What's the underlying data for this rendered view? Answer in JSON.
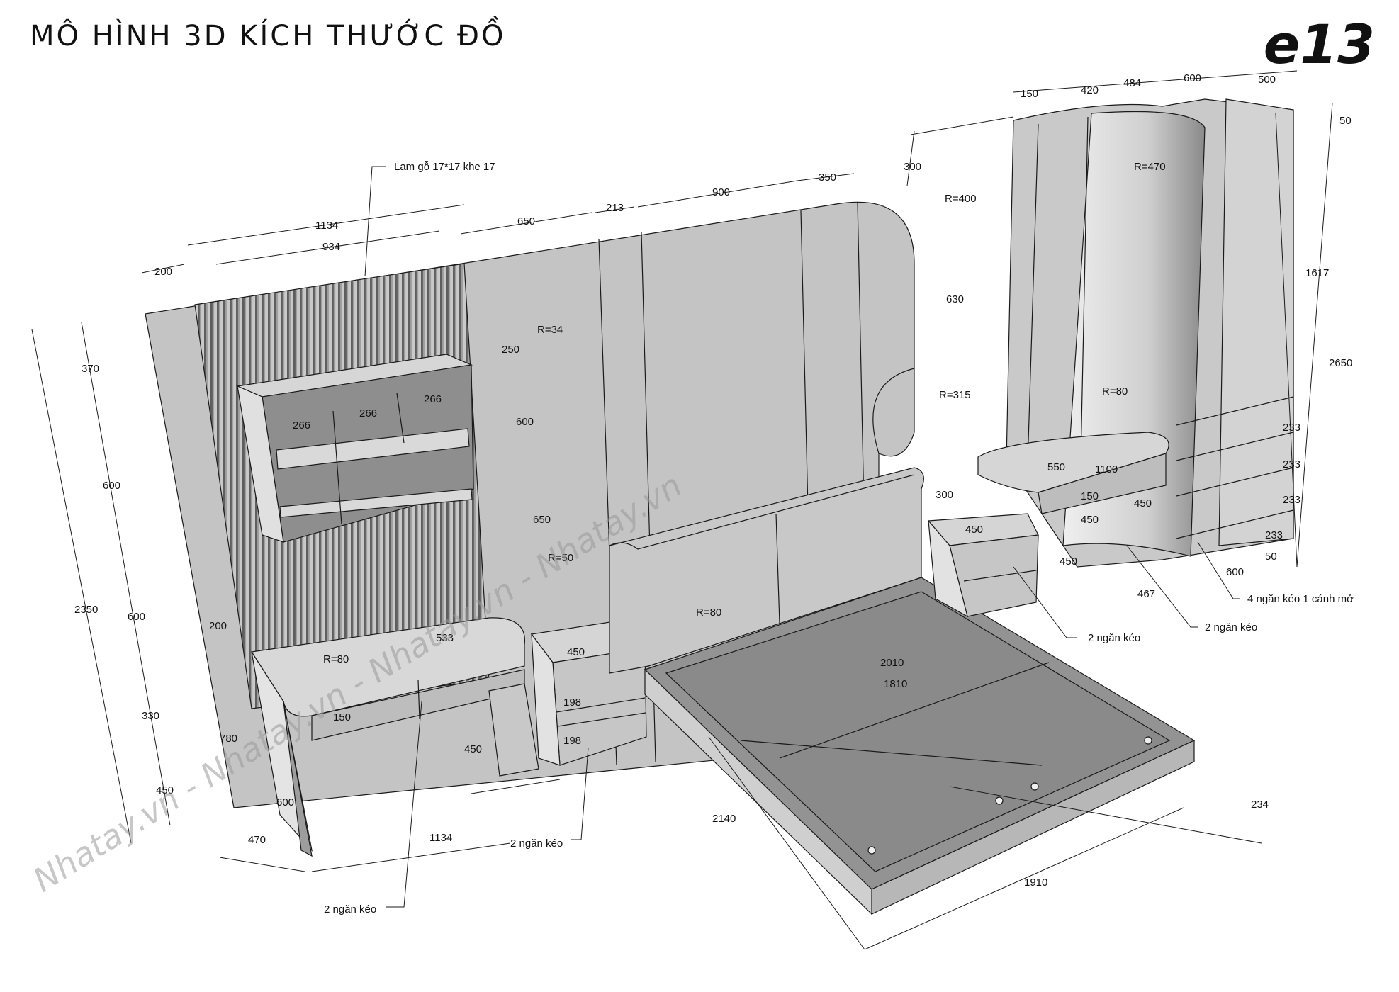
{
  "header": {
    "title": "MÔ HÌNH 3D KÍCH THƯỚC ĐỒ",
    "code": "e13"
  },
  "watermark": "Nhatay.vn - Nhatay.vn - Nhatay.vn - Nhatay.vn",
  "colors": {
    "panel": "#c8c8c8",
    "panel_dark": "#9d9d9d",
    "panel_light": "#dcdcdc",
    "bed_top": "#8f8f8f",
    "line": "#1a1a1a"
  },
  "dimensions": {
    "panel_200_top": "200",
    "lam_1134": "1134",
    "lam_934": "934",
    "w650_top": "650",
    "w213": "213",
    "w900": "900",
    "w350": "350",
    "h300_right": "300",
    "r400": "R=400",
    "w630": "630",
    "r315": "R=315",
    "h370": "370",
    "h600_a": "600",
    "h600_b": "600",
    "h330": "330",
    "h450_left": "450",
    "h2350": "2350",
    "w200_mid": "200",
    "h780": "780",
    "r34": "R=34",
    "w250": "250",
    "h600_shelf": "600",
    "shelf_266_a": "266",
    "shelf_266_b": "266",
    "shelf_266_c": "266",
    "w650_mid": "650",
    "r50": "R=50",
    "desk_533": "533",
    "desk_r80": "R=80",
    "desk_150": "150",
    "desk_450": "450",
    "desk_600": "600",
    "desk_470": "470",
    "desk_1134": "1134",
    "ns_450": "450",
    "ns_198_a": "198",
    "ns_198_b": "198",
    "bed_r80": "R=80",
    "bed_2010": "2010",
    "bed_1810": "1810",
    "bed_2140": "2140",
    "bed_1910": "1910",
    "bed_234": "234",
    "w150_top": "150",
    "w420": "420",
    "w484": "484",
    "w600_top": "600",
    "w500": "500",
    "w50_top": "50",
    "r470": "R=470",
    "h1617": "1617",
    "h2650": "2650",
    "dr233_a": "233",
    "dr233_b": "233",
    "dr233_c": "233",
    "dr233_d": "233",
    "w50_bot": "50",
    "w600_bot": "600",
    "r80_vanity": "R=80",
    "van_550": "550",
    "van_1100": "1100",
    "van_150": "150",
    "van_450_a": "450",
    "van_450_b": "450",
    "van_450_c": "450",
    "van_467": "467",
    "rns_300": "300",
    "rns_450": "450"
  },
  "callouts": {
    "lam": "Lam gỗ 17*17 khe 17",
    "desk_drawers": "2 ngăn kéo",
    "ns_drawers": "2 ngăn kéo",
    "rns_drawers": "2 ngăn kéo",
    "vanity_drawers": "2 ngăn kéo",
    "wardrobe_drawers": "4 ngăn kéo 1 cánh mở"
  }
}
